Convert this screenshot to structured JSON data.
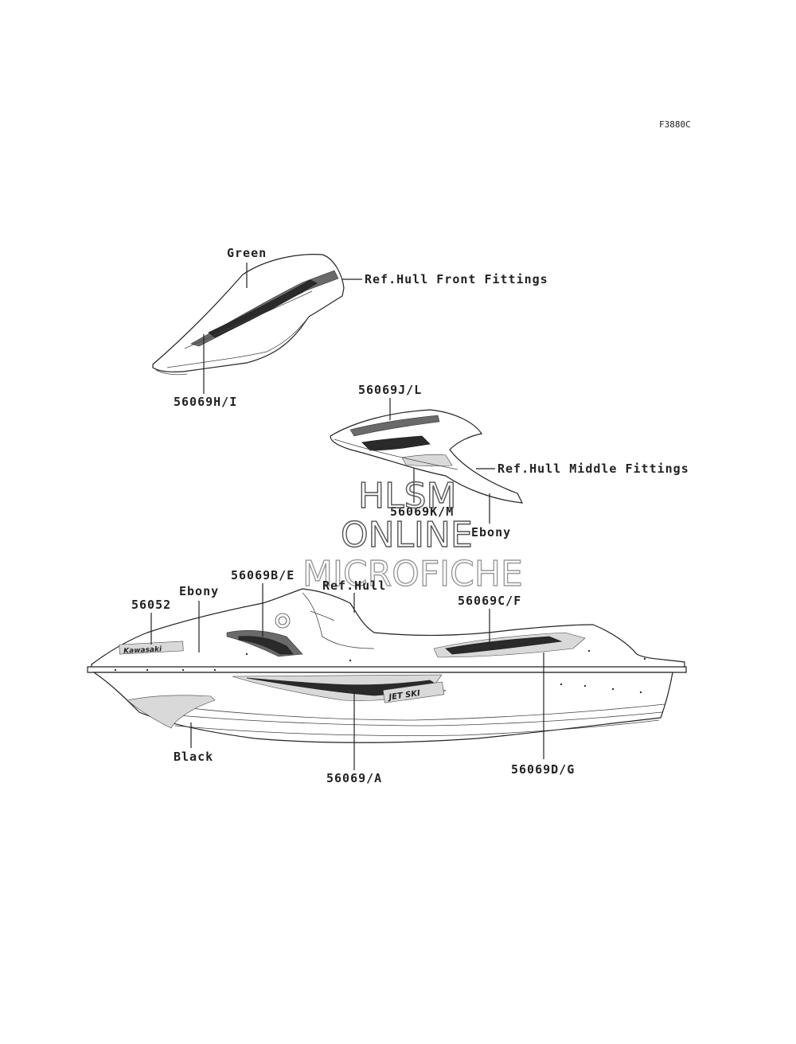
{
  "diagram": {
    "figure_code": "F3880C",
    "watermark": [
      "HLSM",
      "ONLINE",
      "MICROFICHE"
    ],
    "labels": {
      "green": "Green",
      "ref_front": "Ref.Hull Front Fittings",
      "part_h_i": "56069H/I",
      "part_j_l": "56069J/L",
      "ref_middle": "Ref.Hull Middle Fittings",
      "part_k_m": "56069K/M",
      "ebony_middle": "Ebony",
      "part_b_e": "56069B/E",
      "ebony_hull": "Ebony",
      "ref_hull": "Ref.Hull",
      "part_56052": "56052",
      "part_c_f": "56069C/F",
      "black": "Black",
      "part_a": "56069/A",
      "part_d_g": "56069D/G"
    },
    "decal_text": {
      "kawasaki": "Kawasaki",
      "jetski": "JET SKI"
    }
  }
}
